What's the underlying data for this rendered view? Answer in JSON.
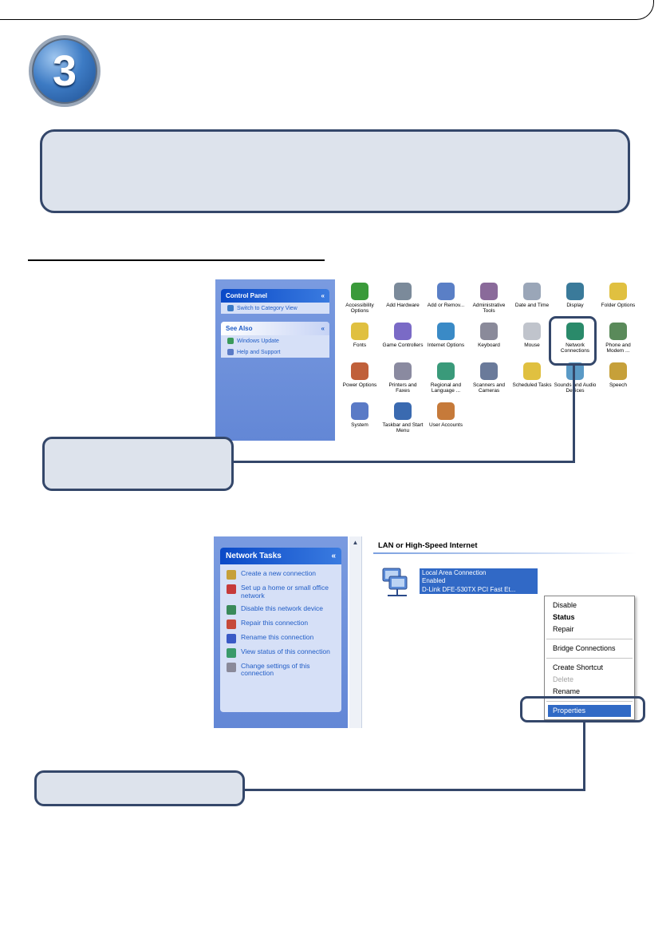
{
  "step": {
    "number": "3"
  },
  "control_panel": {
    "side_panel": {
      "title": "Control Panel",
      "link": "Switch to Category View"
    },
    "see_also": {
      "title": "See Also",
      "items": [
        "Windows Update",
        "Help and Support"
      ]
    },
    "items": [
      {
        "label": "Accessibility Options",
        "color": "#3a9a3a"
      },
      {
        "label": "Add Hardware",
        "color": "#7b8a9a"
      },
      {
        "label": "Add or Remov...",
        "color": "#5a7fc6"
      },
      {
        "label": "Administrative Tools",
        "color": "#8a6a9a"
      },
      {
        "label": "Date and Time",
        "color": "#9aa6b8"
      },
      {
        "label": "Display",
        "color": "#3a7a9a"
      },
      {
        "label": "Folder Options",
        "color": "#e0c040"
      },
      {
        "label": "Fonts",
        "color": "#e0c040"
      },
      {
        "label": "Game Controllers",
        "color": "#7a6ac6"
      },
      {
        "label": "Internet Options",
        "color": "#3a8ac6"
      },
      {
        "label": "Keyboard",
        "color": "#8a8a9a"
      },
      {
        "label": "Mouse",
        "color": "#c0c4cc"
      },
      {
        "label": "Network Connections",
        "color": "#2a8a6a"
      },
      {
        "label": "Phone and Modem ...",
        "color": "#5a8a5a"
      },
      {
        "label": "Power Options",
        "color": "#c0603a"
      },
      {
        "label": "Printers and Faxes",
        "color": "#8a8aa0"
      },
      {
        "label": "Regional and Language ...",
        "color": "#3a9a7a"
      },
      {
        "label": "Scanners and Cameras",
        "color": "#6a7a9a"
      },
      {
        "label": "Scheduled Tasks",
        "color": "#e0c040"
      },
      {
        "label": "Sounds and Audio Devices",
        "color": "#5a9ac6"
      },
      {
        "label": "Speech",
        "color": "#c6a03a"
      },
      {
        "label": "System",
        "color": "#5a7ac6"
      },
      {
        "label": "Taskbar and Start Menu",
        "color": "#3a6ab0"
      },
      {
        "label": "User Accounts",
        "color": "#c67a3a"
      }
    ]
  },
  "network_connections": {
    "tasks_title": "Network Tasks",
    "tasks": [
      {
        "label": "Create a new connection",
        "color": "#c6a03a"
      },
      {
        "label": "Set up a home or small office network",
        "color": "#c63a3a"
      },
      {
        "label": "Disable this network device",
        "color": "#3a8a5a"
      },
      {
        "label": "Repair this connection",
        "color": "#c64a3a"
      },
      {
        "label": "Rename this connection",
        "color": "#3a5ac6"
      },
      {
        "label": "View status of this connection",
        "color": "#3a9a6a"
      },
      {
        "label": "Change settings of this connection",
        "color": "#8a8a9a"
      }
    ],
    "heading": "LAN or High-Speed Internet",
    "connection": {
      "name": "Local Area Connection",
      "status": "Enabled",
      "device": "D-Link DFE-530TX PCI Fast Et..."
    },
    "context_menu": {
      "group1": [
        "Disable",
        "Status",
        "Repair"
      ],
      "group2": [
        "Bridge Connections"
      ],
      "group3": [
        "Create Shortcut",
        "Delete",
        "Rename"
      ],
      "selected": "Properties"
    }
  },
  "colors": {
    "accent": "#34476a",
    "callout_fill": "#dde3ec",
    "xp_blue": "#215dc6",
    "selection": "#3169c6"
  }
}
